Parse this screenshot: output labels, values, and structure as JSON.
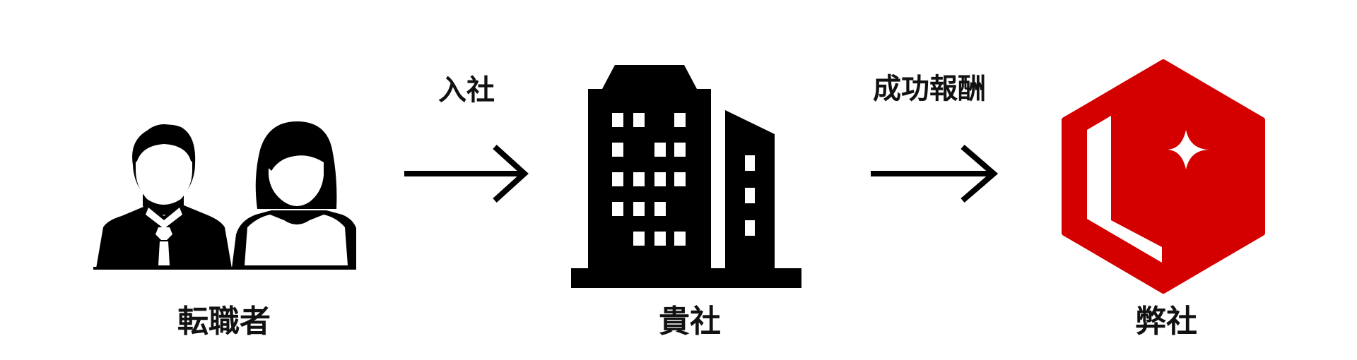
{
  "nodes": {
    "job_seeker": {
      "label": "転職者",
      "icon": "people-icon"
    },
    "client_company": {
      "label": "貴社",
      "icon": "building-icon"
    },
    "our_company": {
      "label": "弊社",
      "icon": "logo-icon"
    }
  },
  "edges": {
    "join": {
      "label": "入社"
    },
    "fee": {
      "label": "成功報酬"
    }
  },
  "colors": {
    "ink": "#000000",
    "brand": "#d40000"
  }
}
